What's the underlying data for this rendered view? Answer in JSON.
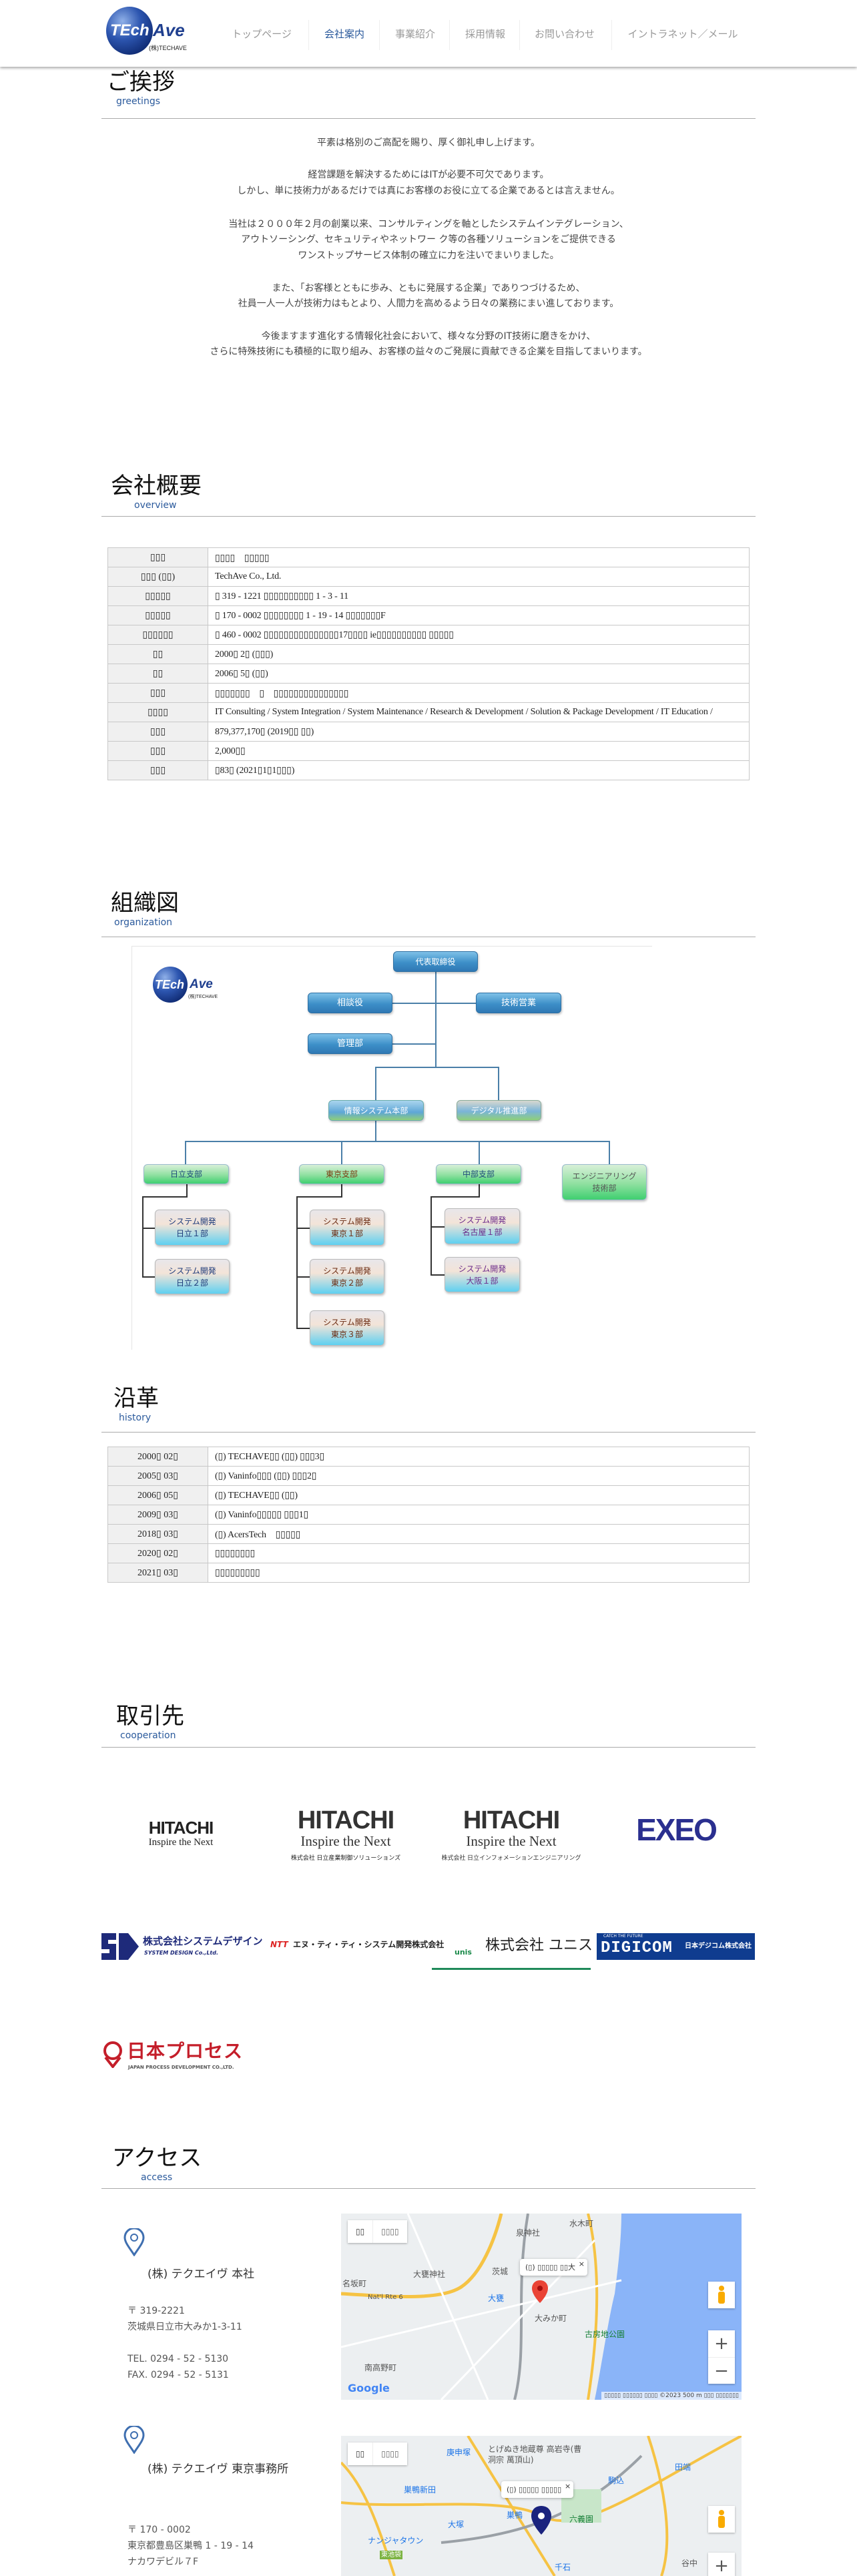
{
  "header": {
    "logo": {
      "tech": "TEch",
      "ave": "Ave",
      "sub": "(株)TECHAVE"
    },
    "nav": [
      {
        "label": "トップページ"
      },
      {
        "label": "会社案内",
        "active": true
      },
      {
        "label": "事業紹介"
      },
      {
        "label": "採用情報"
      },
      {
        "label": "お問い合わせ"
      },
      {
        "label": "イントラネット／メール"
      }
    ]
  },
  "greetings": {
    "title": "ご挨拶",
    "subtitle": "greetings",
    "lines": [
      "平素は格別のご高配を賜り、厚く御礼申し上げます。",
      "経営課題を解決するためにはITが必要不可欠であります。",
      "しかし、単に技術力があるだけでは真にお客様のお役に立てる企業であるとは言えません。",
      "当社は２０００年２月の創業以来、コンサルティングを軸としたシステムインテグレーション、",
      "アウトソーシング、セキュリティやネットワー ク等の各種ソリューションをご提供できる",
      "ワンストップサービス体制の確立に力を注いでまいりました。",
      "また、「お客様とともに歩み、ともに発展する企業」でありつづけるため、",
      "社員一人一人が技術力はもとより、人間力を高めるよう日々の業務にまい進しております。",
      "今後ますます進化する情報化社会において、様々な分野のIT技術に磨きをかけ、",
      "さらに特殊技術にも積極的に取り組み、お客様の益々のご発展に貢献できる企業を目指してまいります。"
    ]
  },
  "overview": {
    "title": "会社概要",
    "subtitle": "overview",
    "rows": [
      {
        "label": "▯▯▯",
        "value": "▯▯▯▯　▯▯▯▯▯"
      },
      {
        "label": "▯▯▯ (▯▯)",
        "value": "TechAve Co., Ltd."
      },
      {
        "label": "▯▯▯▯▯",
        "value": "▯ 319 - 1221 ▯▯▯▯▯▯▯▯▯▯ 1 - 3 - 11"
      },
      {
        "label": "▯▯▯▯▯",
        "value": "▯ 170 - 0002 ▯▯▯▯▯▯▯▯ 1 - 19 - 14 ▯▯▯▯▯▯▯F"
      },
      {
        "label": "▯▯▯▯▯▯",
        "value": "▯ 460 - 0002 ▯▯▯▯▯▯▯▯▯▯▯▯▯▯▯17▯▯▯▯ ie▯▯▯▯▯▯▯▯▯▯ ▯▯▯▯▯"
      },
      {
        "label": "▯▯",
        "value": "2000▯ 2▯ (▯▯▯)"
      },
      {
        "label": "▯▯",
        "value": "2006▯ 5▯ (▯▯)"
      },
      {
        "label": "▯▯▯",
        "value": "▯▯▯▯▯▯▯　▯　▯▯▯▯▯▯▯▯▯▯▯▯▯▯▯"
      },
      {
        "label": "▯▯▯▯",
        "value": "IT Consulting / System Integration / System Maintenance / Research & Development / Solution & Package Development / IT Education /"
      },
      {
        "label": "▯▯▯",
        "value": "879,377,170▯ (2019▯▯ ▯▯)"
      },
      {
        "label": "▯▯▯",
        "value": "2,000▯▯"
      },
      {
        "label": "▯▯▯",
        "value": "▯83▯ (2021▯1▯1▯▯▯)"
      }
    ]
  },
  "organization": {
    "title": "組織図",
    "subtitle": "organization",
    "nodes": {
      "ceo": "代表取締役",
      "advisor": "相談役",
      "tech_sales": "技術営業",
      "admin": "管理部",
      "info_sys": "情報システム本部",
      "digital": "デジタル推進部",
      "hitachi_branch": "日立支部",
      "tokyo_branch": "東京支部",
      "chubu_branch": "中部支部",
      "engineering": "エンジニアリング 技術部",
      "hitachi1": "システム開発 日立１部",
      "hitachi2": "システム開発 日立２部",
      "tokyo1": "システム開発 東京１部",
      "tokyo2": "システム開発 東京２部",
      "tokyo3": "システム開発 東京３部",
      "nagoya1": "システム開発 名古屋１部",
      "osaka1": "システム開発 大阪１部"
    }
  },
  "history": {
    "title": "沿革",
    "subtitle": "history",
    "rows": [
      {
        "date": "2000▯ 02▯",
        "event": "(▯) TECHAVE▯▯ (▯▯) ▯▯▯3▯"
      },
      {
        "date": "2005▯ 03▯",
        "event": "(▯) Vaninfo▯▯▯ (▯▯) ▯▯▯2▯"
      },
      {
        "date": "2006▯ 05▯",
        "event": "(▯) TECHAVE▯▯ (▯▯)"
      },
      {
        "date": "2009▯ 03▯",
        "event": "(▯) Vaninfo▯▯▯▯▯ ▯▯▯1▯"
      },
      {
        "date": "2018▯ 03▯",
        "event": "(▯) AcersTech　▯▯▯▯▯"
      },
      {
        "date": "2020▯ 02▯",
        "event": "▯▯▯▯▯▯▯▯"
      },
      {
        "date": "2021▯ 03▯",
        "event": "▯▯▯▯▯▯▯▯▯"
      }
    ]
  },
  "cooperation": {
    "title": "取引先",
    "subtitle": "cooperation",
    "partners": [
      {
        "main": "HITACHI",
        "tagline": "Inspire the Next"
      },
      {
        "main": "HITACHI",
        "tagline": "Inspire the Next",
        "company": "株式会社 日立産業制御ソリューションズ"
      },
      {
        "main": "HITACHI",
        "tagline": "Inspire the Next",
        "company": "株式会社 日立インフォメーションエンジニアリング"
      },
      {
        "main": "EXEO"
      },
      {
        "main": "株式会社システムデザイン",
        "tagline": "SYSTEM DESIGN Co.,Ltd."
      },
      {
        "main": "エヌ・ティ・ティ・システム開発株式会社",
        "tagline": "NTT"
      },
      {
        "main": "株式会社 ユニス",
        "tagline": "unis"
      },
      {
        "main": "DIGICOM",
        "tagline": "CATCH THE FUTURE",
        "company": "日本デジコム株式会社"
      },
      {
        "main": "日本プロセス",
        "tagline": "JAPAN PROCESS DEVELOPMENT CO.,LTD."
      }
    ]
  },
  "access": {
    "title": "アクセス",
    "subtitle": "access",
    "offices": [
      {
        "name": "(株) テクエイヴ 本社",
        "postal": "〒 319-2221",
        "address": "茨城県日立市大みか1-3-11",
        "tel": "TEL. 0294 - 52 - 5130",
        "fax": "FAX. 0294 - 52 - 5131",
        "map": {
          "type_map": "▯▯",
          "type_sat": "▯▯▯▯",
          "infowindow": "(▯) ▯▯▯▯▯ ▯▯大",
          "labels": [
            "泉神社",
            "水木町",
            "大甕神社",
            "茨城",
            "名坂町",
            "大甕",
            "大みか町",
            "古房地公園",
            "南高野町",
            "Nat'l Rte 6"
          ],
          "attribution": "▯▯▯▯▯ ▯▯▯▯▯▯  ▯▯▯▯ ©2023   500 m   ▯▯▯   ▯▯▯▯▯▯▯",
          "google": "Google"
        }
      },
      {
        "name": "(株) テクエイヴ 東京事務所",
        "postal": "〒 170 - 0002",
        "address": "東京都豊島区巣鴨 1 - 19 - 14",
        "building": "ナカワデビル７F",
        "map": {
          "type_map": "▯▯",
          "type_sat": "▯▯▯▯",
          "infowindow": "(▯) ▯▯▯▯▯ ▯▯▯▯▯",
          "labels": [
            "庚申塚",
            "とげぬき地蔵尊 高岩寺(曹洞宗 萬頂山)",
            "巣鴨新田",
            "駒込",
            "田端",
            "巣鴨",
            "六義園",
            "大塚",
            "ナンジャタウン",
            "東池袋",
            "千石",
            "谷中"
          ]
        }
      }
    ]
  },
  "colors": {
    "accent": "#2b5a9c",
    "nav_inactive": "#999999",
    "table_label_bg": "#f0f0f0"
  }
}
